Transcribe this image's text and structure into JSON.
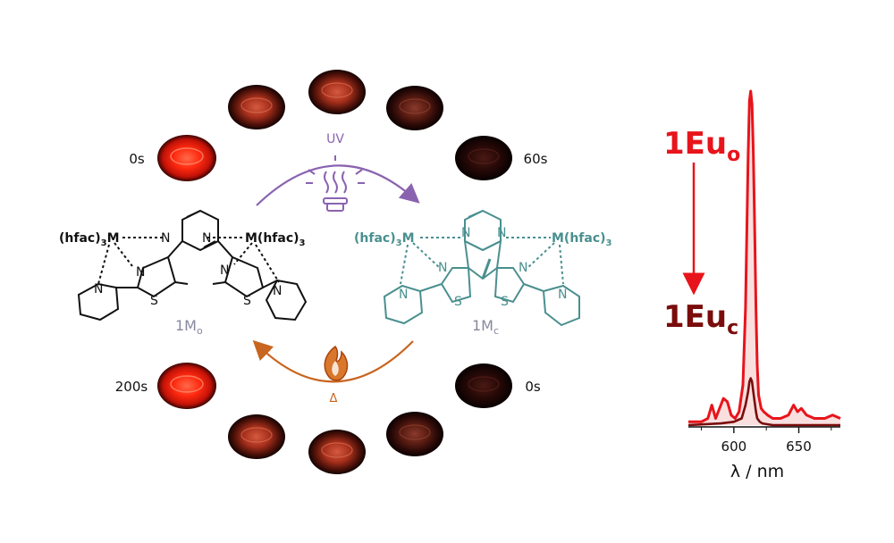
{
  "colors": {
    "open_form": "#111111",
    "closed_form": "#4a8f8f",
    "uv": "#8a63b0",
    "heat": "#c8651e",
    "label_grey": "#8888a0",
    "eu_open": "#e8141b",
    "eu_closed": "#7a0c0c"
  },
  "timeline": {
    "time_0s_top": "0s",
    "time_60s": "60s",
    "time_0s_bottom": "0s",
    "time_200s": "200s"
  },
  "reaction": {
    "uv_label": "UV",
    "heat_label": "Δ",
    "open_label_main": "1M",
    "open_label_sub": "o",
    "closed_label_main": "1M",
    "closed_label_sub": "c"
  },
  "molecule": {
    "left_metal_label": "(hfac)",
    "left_metal_sub": "3",
    "left_metal_M": "M",
    "right_metal_M": "M(hfac)",
    "right_metal_sub": "3",
    "atom_N": "N",
    "atom_S": "S"
  },
  "spectrum": {
    "label_open_main": "1Eu",
    "label_open_sub": "o",
    "label_closed_main": "1Eu",
    "label_closed_sub": "c",
    "xlabel": "λ / nm",
    "ticks": [
      "600",
      "650"
    ]
  },
  "chart_data": {
    "type": "line",
    "xlabel": "λ / nm",
    "xlim": [
      565,
      682
    ],
    "xticks": [
      600,
      650
    ],
    "series": [
      {
        "name": "1Euo",
        "color": "#e8141b",
        "x": [
          565,
          575,
          580,
          583,
          586,
          590,
          592,
          595,
          598,
          601,
          604,
          607,
          609,
          611,
          612,
          613,
          614,
          615,
          616,
          617,
          618,
          619,
          621,
          623,
          626,
          630,
          636,
          642,
          646,
          649,
          652,
          656,
          662,
          670,
          676,
          682
        ],
        "y": [
          0.01,
          0.01,
          0.02,
          0.06,
          0.02,
          0.06,
          0.08,
          0.07,
          0.03,
          0.02,
          0.04,
          0.12,
          0.35,
          0.8,
          0.97,
          1.0,
          0.96,
          0.82,
          0.6,
          0.35,
          0.18,
          0.09,
          0.05,
          0.04,
          0.03,
          0.02,
          0.02,
          0.03,
          0.06,
          0.04,
          0.05,
          0.03,
          0.02,
          0.02,
          0.03,
          0.02
        ]
      },
      {
        "name": "1Euc",
        "color": "#7a0c0c",
        "x": [
          565,
          590,
          600,
          606,
          609,
          611,
          612,
          613,
          614,
          615,
          616,
          617,
          618,
          620,
          622,
          630,
          682
        ],
        "y": [
          0.0,
          0.005,
          0.01,
          0.02,
          0.06,
          0.1,
          0.13,
          0.14,
          0.13,
          0.1,
          0.07,
          0.04,
          0.02,
          0.01,
          0.005,
          0.0,
          0.0
        ]
      }
    ]
  }
}
